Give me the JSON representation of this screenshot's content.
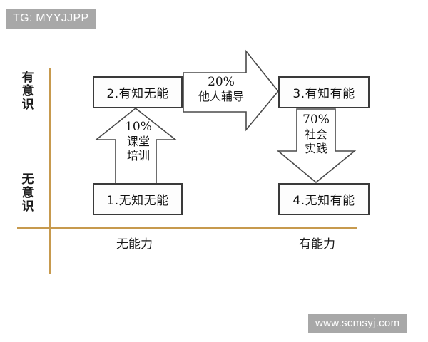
{
  "watermarks": {
    "top_left": "TG: MYYJJPP",
    "bottom_right": "www.scmsyj.com"
  },
  "axes": {
    "color": "#c79a4e",
    "y_top_label": "有意识",
    "y_bottom_label": "无意识",
    "x_left_label": "无能力",
    "x_right_label": "有能力"
  },
  "quadrants": [
    {
      "id": "box-1",
      "label": "1.无知无能"
    },
    {
      "id": "box-2",
      "label": "2.有知无能"
    },
    {
      "id": "box-3",
      "label": "3.有知有能"
    },
    {
      "id": "box-4",
      "label": "4.无知有能"
    }
  ],
  "arrows": [
    {
      "id": "arrow-up",
      "direction": "up",
      "percent": "10%",
      "line1": "课堂",
      "line2": "培训",
      "from": "1.无知无能",
      "to": "2.有知无能"
    },
    {
      "id": "arrow-right",
      "direction": "right",
      "percent": "20%",
      "line1": "他人辅导",
      "line2": "",
      "from": "2.有知无能",
      "to": "3.有知有能"
    },
    {
      "id": "arrow-down",
      "direction": "down",
      "percent": "70%",
      "line1": "社会",
      "line2": "实践",
      "from": "3.有知有能",
      "to": "4.无知有能"
    }
  ],
  "colors": {
    "axis": "#c79a4e",
    "box_border": "#3a3a3a",
    "arrow_stroke": "#4a4a4a",
    "watermark_bg": "#a8a8a8",
    "watermark_text": "#ffffff"
  }
}
